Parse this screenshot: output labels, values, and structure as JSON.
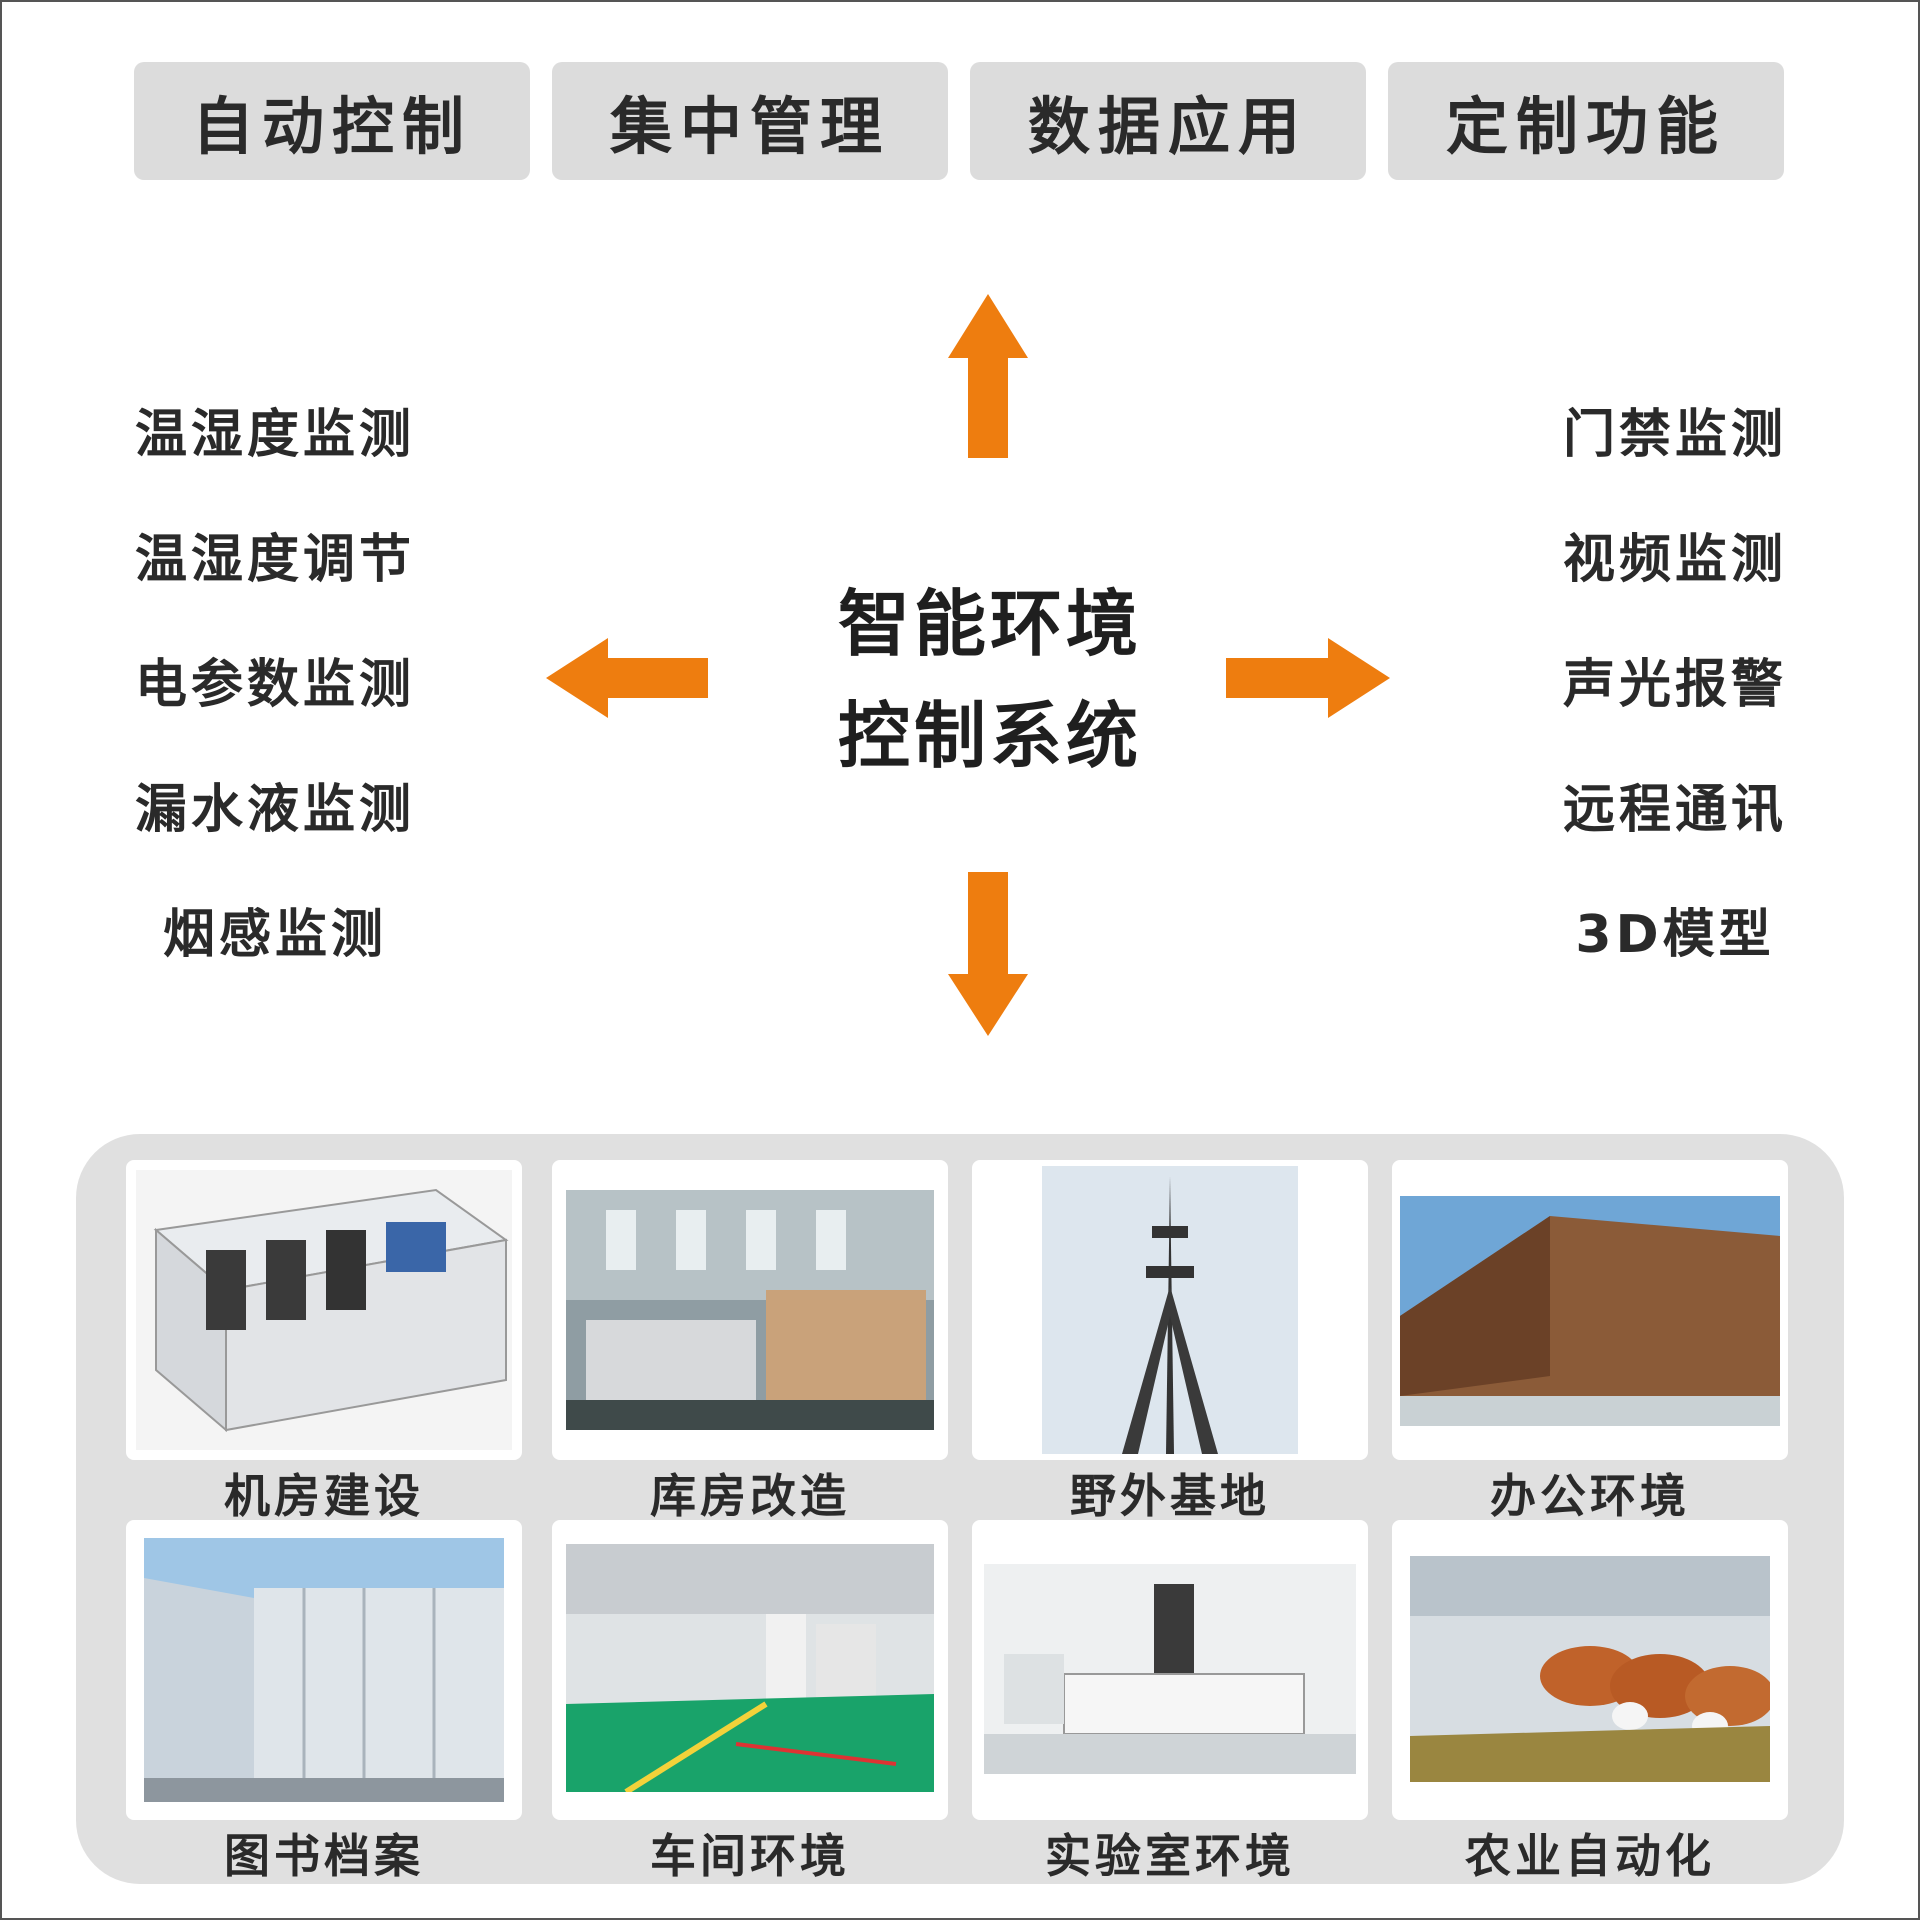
{
  "features": [
    "自动控制",
    "集中管理",
    "数据应用",
    "定制功能"
  ],
  "center_title": [
    "智能环境",
    "控制系统"
  ],
  "left_list": [
    "温湿度监测",
    "温湿度调节",
    "电参数监测",
    "漏水液监测",
    "烟感监测"
  ],
  "right_list": [
    "门禁监测",
    "视频监测",
    "声光报警",
    "远程通讯",
    "3D模型"
  ],
  "scenarios": [
    "机房建设",
    "库房改造",
    "野外基地",
    "办公环境",
    "图书档案",
    "车间环境",
    "实验室环境",
    "农业自动化"
  ],
  "colors": {
    "accent": "#ee7d0f",
    "tab_bg": "#dcdcdc",
    "panel_bg": "#e0e0e0",
    "text": "#2a2a2a"
  }
}
